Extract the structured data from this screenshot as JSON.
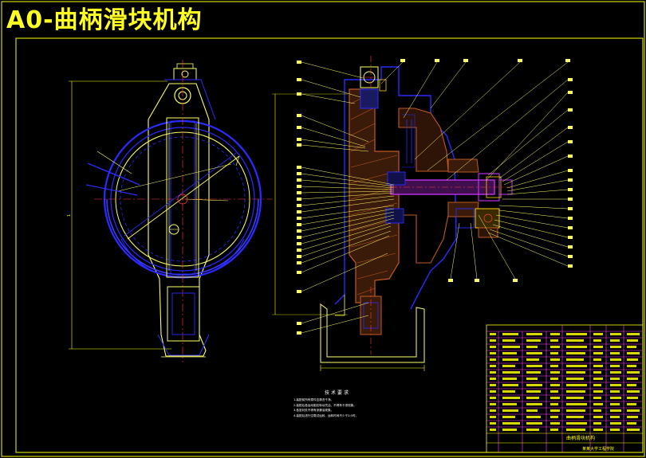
{
  "title": "A0-曲柄滑块机构",
  "colors": {
    "background": "#000000",
    "title": "#ffff22",
    "outline": "#ffff00",
    "frame": "#2b2bff",
    "section": "#c05a20",
    "hatch": "#ffd000",
    "centerline": "#ff3b3b",
    "shaft": "#cc33ff",
    "leader": "#ffff66",
    "notes": "#ffffff",
    "table": "#ff44ff",
    "table_text": "#ffff00"
  },
  "technical_requirements": {
    "heading": "技术要求",
    "lines": [
      "1.装配前所有零件应清洗干净。",
      "2.装配后各运动副应转动灵活，不得有卡滞现象。",
      "3.各密封处不得有渗漏油现象。",
      "4.装配后进行空载试运转，运转时间不少于2小时。"
    ]
  },
  "title_block": {
    "drawing_name": "曲柄滑块机构",
    "school": "某某大学工程学院"
  }
}
